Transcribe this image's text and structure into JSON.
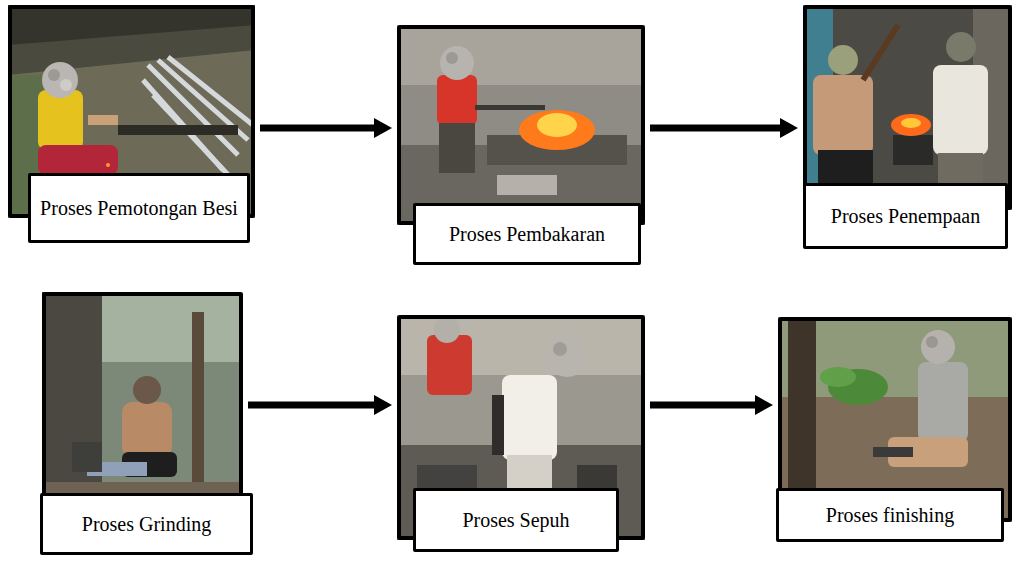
{
  "diagram": {
    "nodes": [
      {
        "text": [
          "Proses Pemotongan Besi"
        ]
      },
      {
        "text": [
          "Proses Pembakaran"
        ]
      },
      {
        "text": [
          "Proses Penempaan"
        ]
      },
      {
        "text": [
          "Proses Grinding"
        ]
      },
      {
        "text": [
          "Proses Sepuh"
        ]
      },
      {
        "text": [
          "Proses finishing"
        ]
      }
    ],
    "edges": [
      {
        "from": 0,
        "to": 1,
        "arrow": "to"
      },
      {
        "from": 1,
        "to": 2,
        "arrow": "to"
      },
      {
        "from": 3,
        "to": 4,
        "arrow": "to"
      },
      {
        "from": 4,
        "to": 5,
        "arrow": "to"
      }
    ]
  }
}
